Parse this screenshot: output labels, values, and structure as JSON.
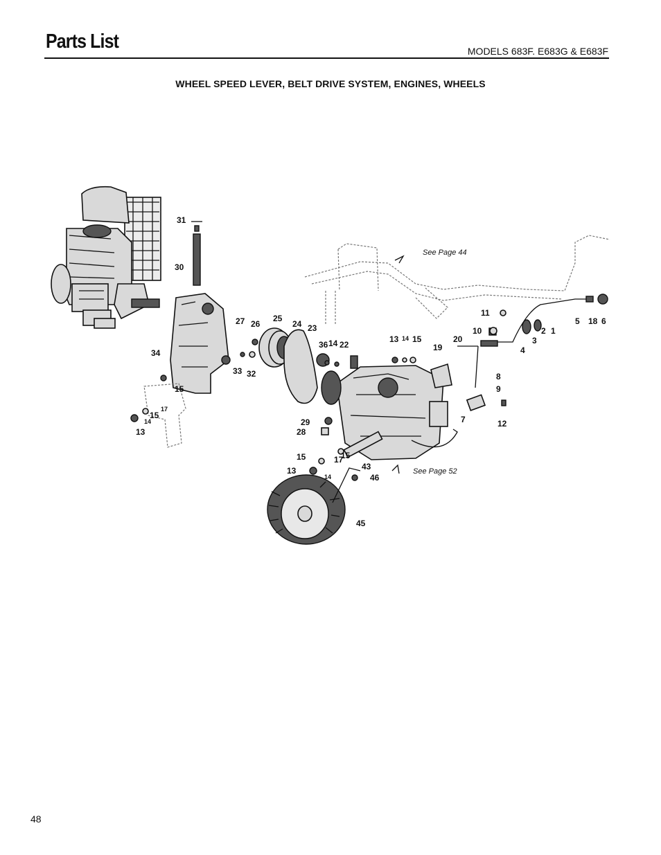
{
  "header": {
    "title": "Parts List",
    "models": "MODELS  683F. E683G & E683F"
  },
  "section": {
    "title": "WHEEL SPEED LEVER, BELT DRIVE SYSTEM, ENGINES, WHEELS"
  },
  "references": {
    "see_page_44": "See Page 44",
    "see_page_52": "See Page 52"
  },
  "callouts": {
    "c1": "1",
    "c2": "2",
    "c3": "3",
    "c4": "4",
    "c5": "5",
    "c6": "6",
    "c7": "7",
    "c8": "8",
    "c9": "9",
    "c10": "10",
    "c11": "11",
    "c12": "12",
    "c13a": "13",
    "c13b": "13",
    "c13c": "13",
    "c14a": "14",
    "c14b": "14",
    "c14c": "14",
    "c14d": "14",
    "c15a": "15",
    "c15b": "15",
    "c15c": "15",
    "c15d": "15",
    "c15e": "15",
    "c17a": "17",
    "c17b": "17",
    "c18": "18",
    "c19": "19",
    "c20": "20",
    "c22": "22",
    "c23": "23",
    "c24": "24",
    "c25": "25",
    "c26": "26",
    "c27": "27",
    "c28": "28",
    "c29": "29",
    "c30": "30",
    "c31": "31",
    "c32": "32",
    "c33": "33",
    "c34": "34",
    "c36": "36",
    "c43": "43",
    "c45": "45",
    "c46": "46"
  },
  "footer": {
    "page_number": "48"
  }
}
